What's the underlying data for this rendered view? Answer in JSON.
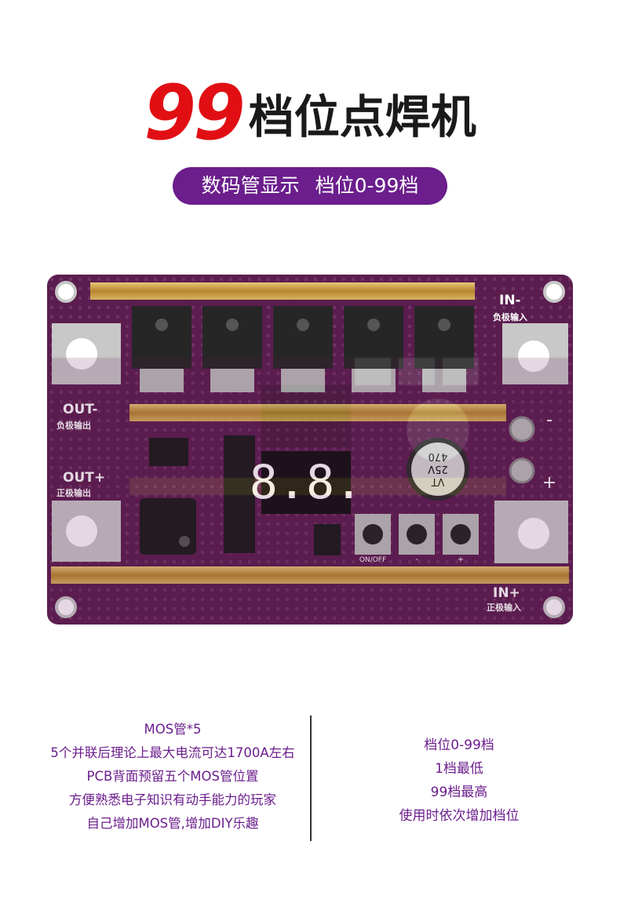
{
  "header": {
    "title_number": "99",
    "title_text": "档位点焊机",
    "pill_part1": "数码管显示",
    "pill_part2": "档位0-99档"
  },
  "board": {
    "label_in_minus": "IN-",
    "label_in_minus_cn": "负极输入",
    "label_out_minus": "OUT-",
    "label_out_minus_cn": "负极输出",
    "label_out_plus": "OUT+",
    "label_out_plus_cn": "正极输出",
    "label_in_plus": "IN+",
    "label_in_plus_cn": "正极输入",
    "cap_text_1": "VT",
    "cap_text_2": "25V",
    "cap_text_3": "470",
    "display_text": "8.8.",
    "btn_label_onoff": "ON/OFF",
    "btn_label_minus": "-",
    "btn_label_plus": "+",
    "label_minus_sign": "-",
    "label_plus_sign": "+",
    "colors": {
      "pcb": "#5b1d4f",
      "copper": "#c9a24a",
      "pad": "#c8c8c8"
    }
  },
  "features": {
    "line1": "MOS管*5",
    "line2": "5个并联后理论上最大电流可达1700A左右",
    "line3": "PCB背面预留五个MOS管位置",
    "line4": "方便熟悉电子知识有动手能力的玩家",
    "line5": "自己增加MOS管,增加DIY乐趣"
  },
  "gears": {
    "line1": "档位0-99档",
    "line2": "1档最低",
    "line3": "99档最高",
    "line4": "使用时依次增加档位"
  }
}
